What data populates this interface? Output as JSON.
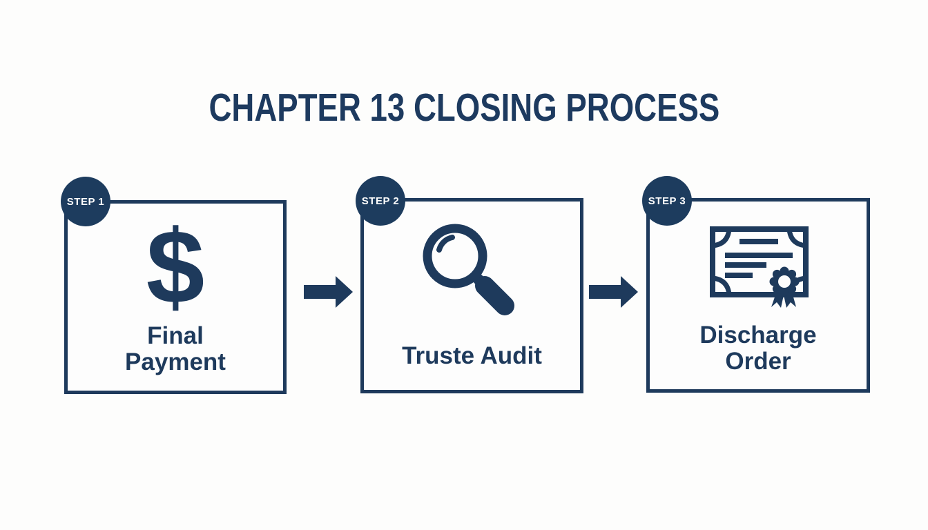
{
  "title": "CHAPTER 13 CLOSING PROCESS",
  "colors": {
    "navy": "#1e3a5c",
    "title_navy": "#1d3a5f",
    "background": "#fdfdfc",
    "badge_text": "#ffffff"
  },
  "steps": [
    {
      "badge": "STEP 1",
      "label": "Final\nPayment",
      "icon": "dollar-sign-icon",
      "dollar_glyph": "$"
    },
    {
      "badge": "STEP 2",
      "label": "Truste Audit",
      "icon": "magnifier-icon"
    },
    {
      "badge": "STEP 3",
      "label": "Discharge\nOrder",
      "icon": "certificate-icon"
    }
  ]
}
